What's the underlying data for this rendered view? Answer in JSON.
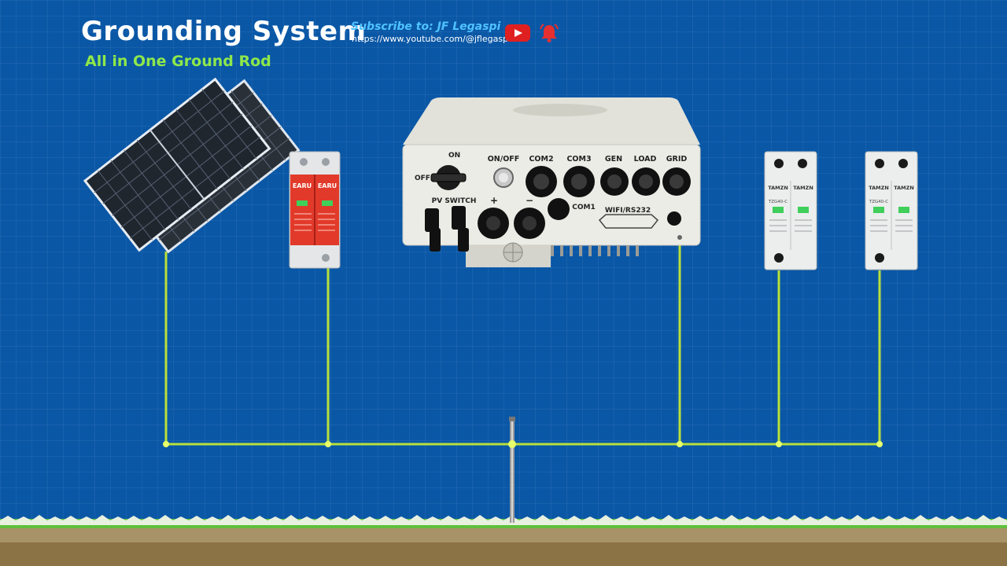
{
  "header": {
    "title": "Grounding System",
    "subtitle": "All in One Ground Rod",
    "subscribe_label": "Subscribe to: JF Legaspi",
    "url": "https://www.youtube.com/@jflegaspi"
  },
  "inverter": {
    "on_label": "ON",
    "off_label": "OFF",
    "ports": [
      "ON/OFF",
      "COM2",
      "COM3",
      "GEN",
      "LOAD",
      "GRID"
    ],
    "pv_switch_label": "PV SWITCH",
    "plus_label": "+",
    "minus_label": "−",
    "com1_label": "COM1",
    "wifi_label": "WIFI/RS232"
  },
  "dc_spd": {
    "brand_left": "EARU",
    "brand_right": "EARU"
  },
  "ac_spd_1": {
    "brand_left": "TAMZN",
    "brand_right": "TAMZN",
    "model": "TZG40-C"
  },
  "ac_spd_2": {
    "brand_left": "TAMZN",
    "brand_right": "TAMZN",
    "model": "TZG40-C"
  },
  "colors": {
    "background": "#0a57a6",
    "ground_wire": "#b8e03a",
    "title": "#ffffff",
    "subtitle": "#8ee84a",
    "subscribe": "#4fc3ff"
  },
  "icons": [
    "youtube-icon",
    "bell-icon"
  ]
}
